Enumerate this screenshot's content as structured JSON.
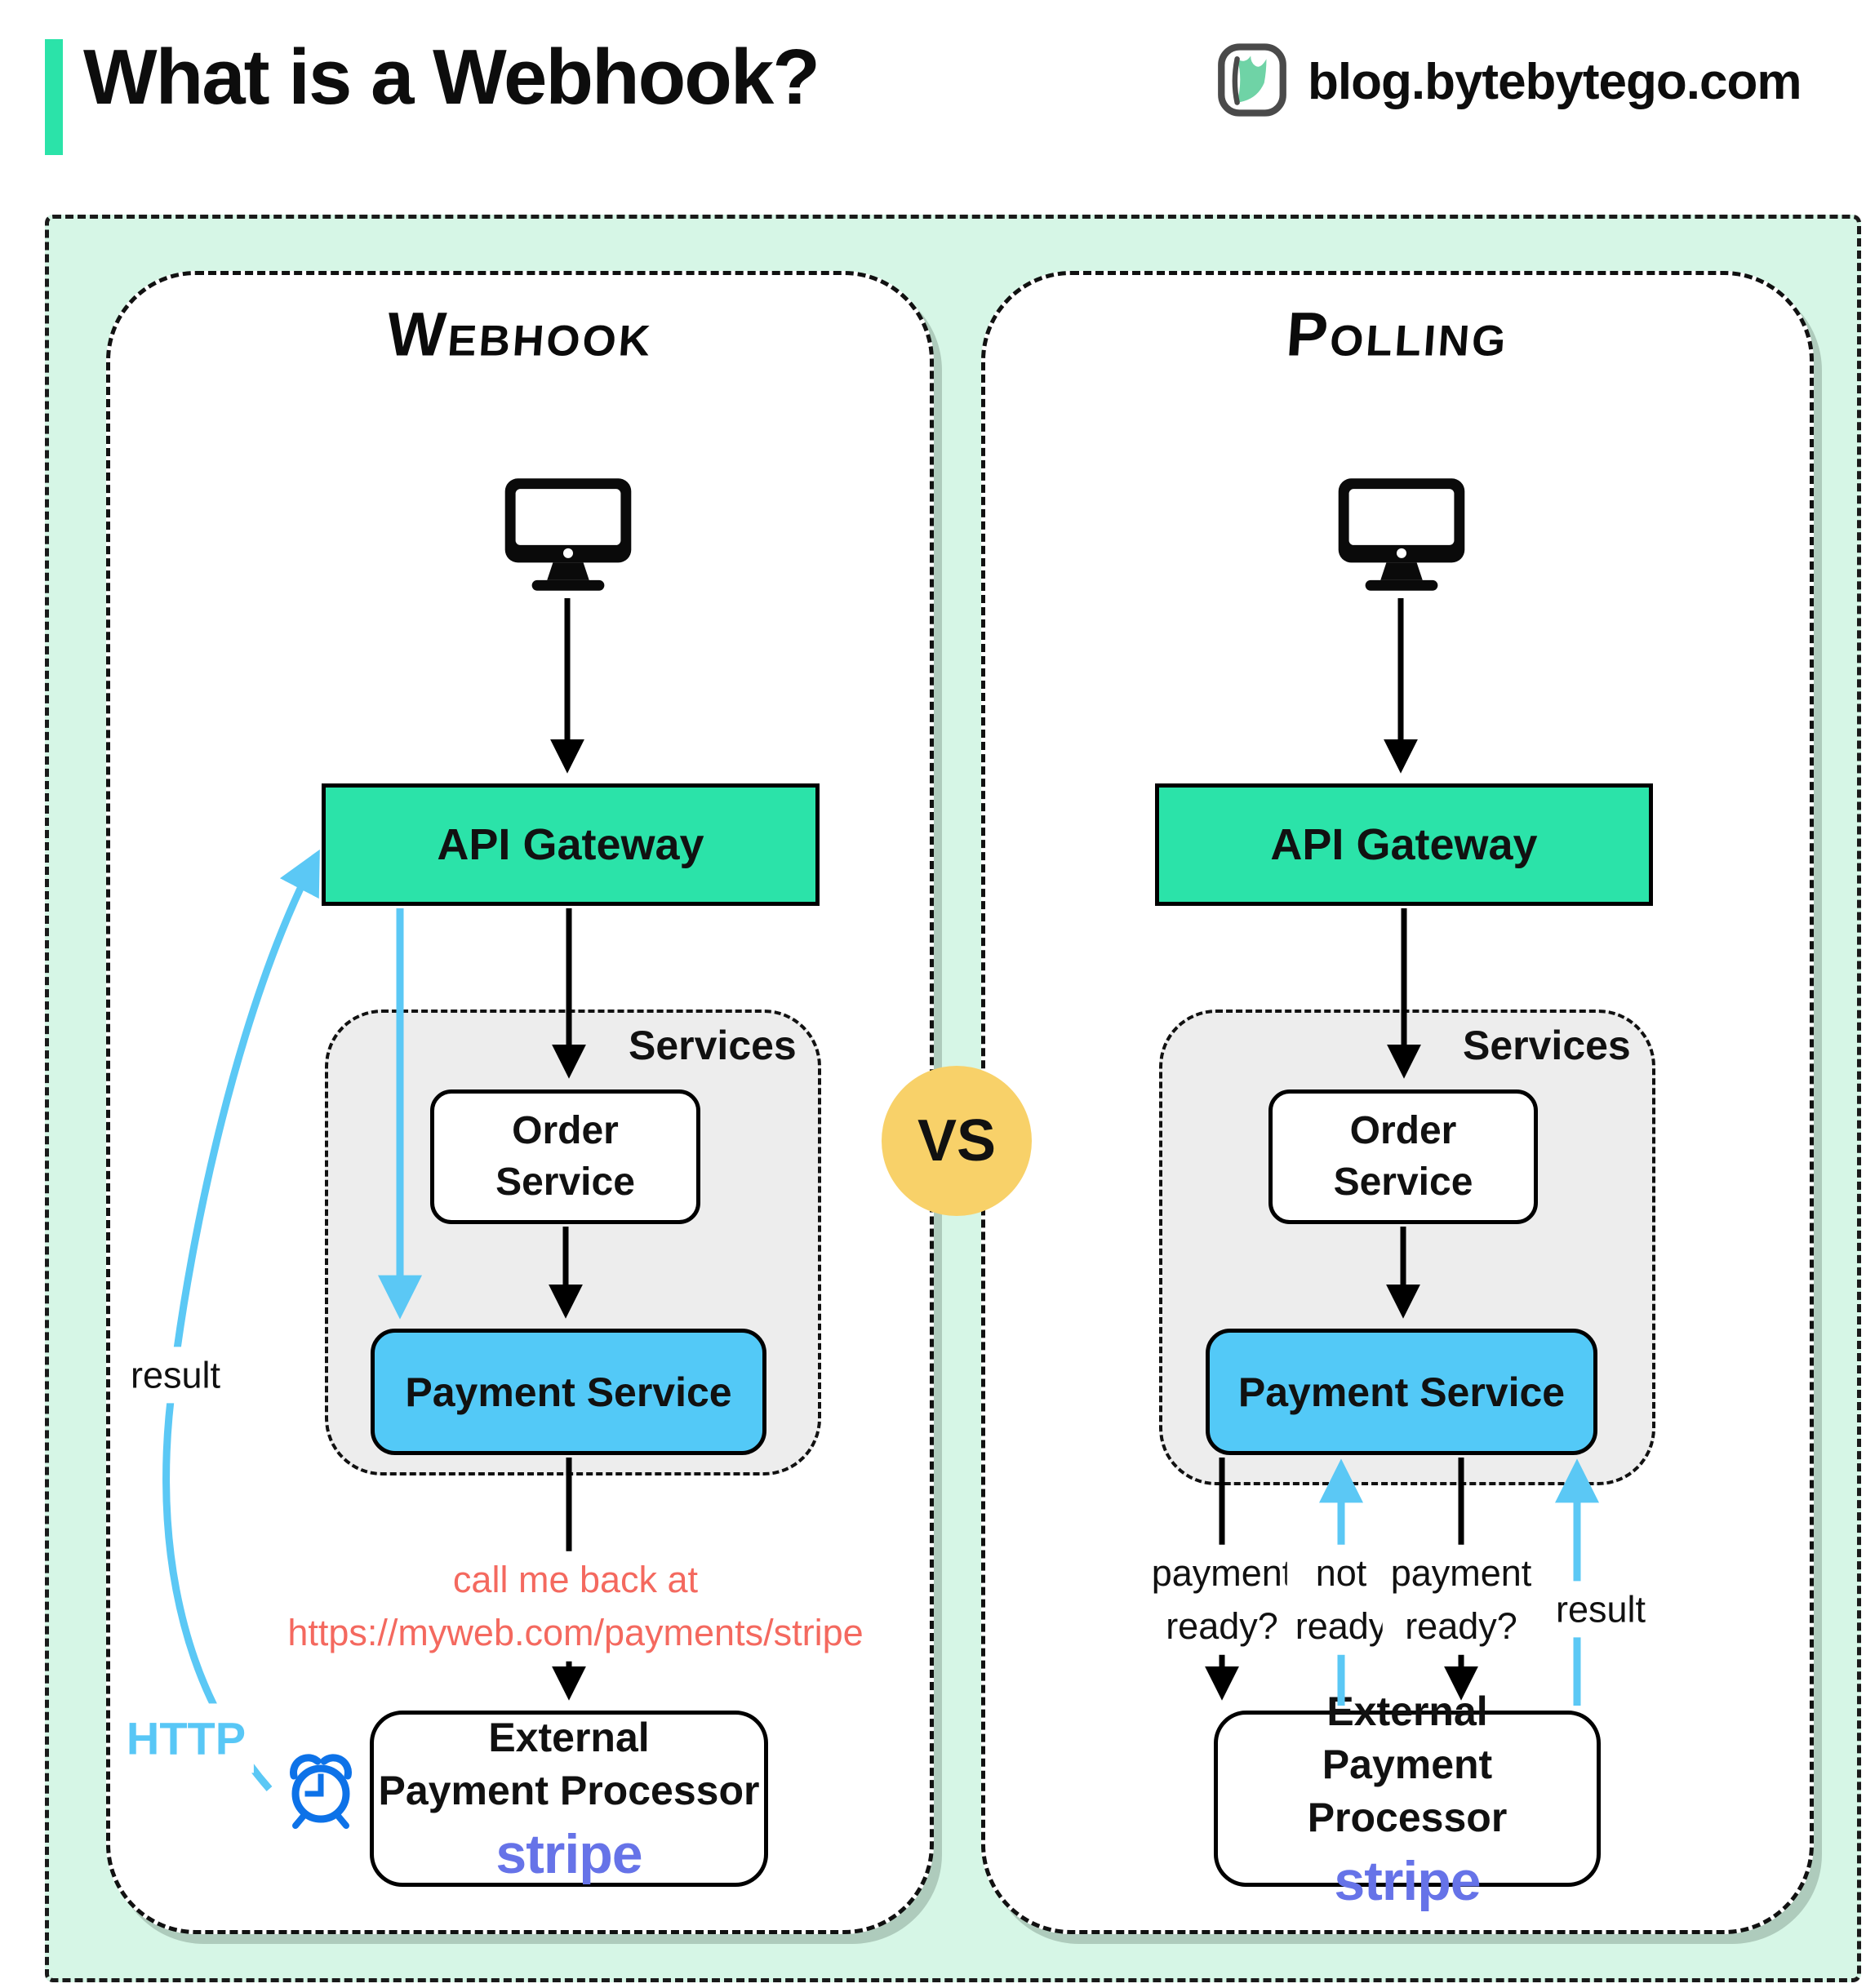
{
  "header": {
    "title": "What is a Webhook?",
    "brand": "blog.bytebytego.com",
    "accent_color": "#2BE3A9"
  },
  "vs_label": "VS",
  "colors": {
    "mint_background": "#D6F6E6",
    "gateway_green": "#2BE3A9",
    "payment_blue": "#53C9F7",
    "arrow_blue": "#5BC8F5",
    "alarm_clock_blue": "#0D72E8",
    "vs_yellow": "#F8D169",
    "callback_red": "#F4695F",
    "stripe_purple": "#6673E8",
    "services_gray": "#EDEDED"
  },
  "webhook": {
    "title": "Webhook",
    "client_icon": "desktop-monitor",
    "gateway_label": "API Gateway",
    "services_label": "Services",
    "order_line1": "Order",
    "order_line2": "Service",
    "payment_label": "Payment Service",
    "external_line1": "External",
    "external_line2": "Payment Processor",
    "external_brand": "stripe",
    "labels": {
      "result": "result",
      "http": "HTTP",
      "callback_line1": "call me back at",
      "callback_line2": "https://myweb.com/payments/stripe"
    }
  },
  "polling": {
    "title": "Polling",
    "client_icon": "desktop-monitor",
    "gateway_label": "API Gateway",
    "services_label": "Services",
    "order_line1": "Order",
    "order_line2": "Service",
    "payment_label": "Payment Service",
    "external_line1": "External",
    "external_line2": "Payment Processor",
    "external_brand": "stripe",
    "labels": {
      "q1_line1": "payment",
      "q1_line2": "ready?",
      "a1_line1": "not",
      "a1_line2": "ready",
      "q2_line1": "payment",
      "q2_line2": "ready?",
      "result": "result"
    }
  }
}
